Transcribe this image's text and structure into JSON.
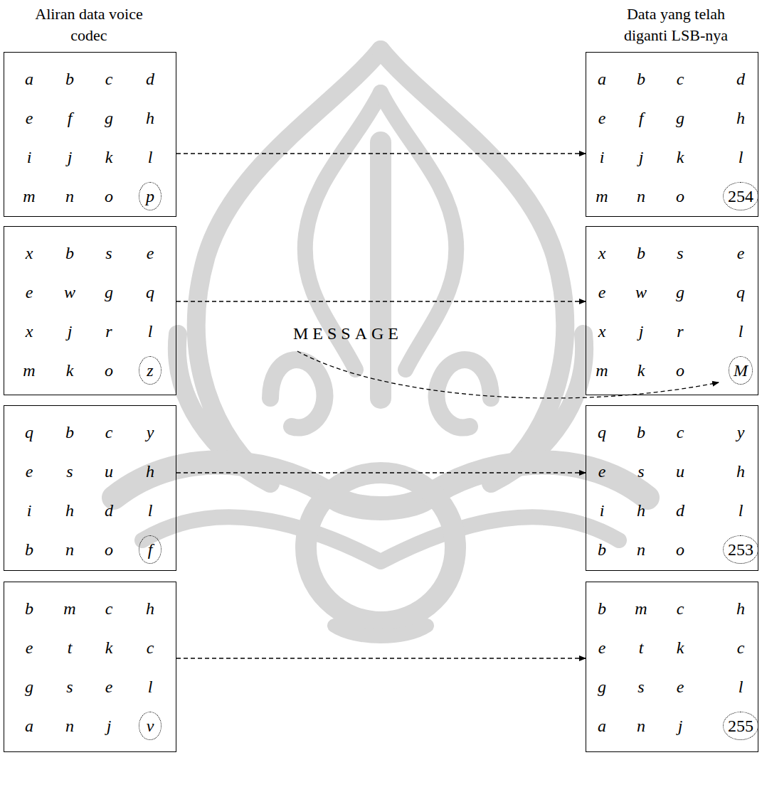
{
  "diagram": {
    "nodes": [
      {
        "text": [
          "a",
          "b",
          "c",
          "d",
          "e",
          "f",
          "g",
          "h",
          "i",
          "j",
          "k",
          "l",
          "m",
          "n",
          "o",
          "p"
        ]
      },
      {
        "text": [
          "a",
          "b",
          "c",
          "d",
          "e",
          "f",
          "g",
          "h",
          "i",
          "j",
          "k",
          "l",
          "m",
          "n",
          "o",
          "254"
        ]
      },
      {
        "text": [
          "x",
          "b",
          "s",
          "e",
          "e",
          "w",
          "g",
          "q",
          "x",
          "j",
          "r",
          "l",
          "m",
          "k",
          "o",
          "z"
        ]
      },
      {
        "text": [
          "x",
          "b",
          "s",
          "e",
          "e",
          "w",
          "g",
          "q",
          "x",
          "j",
          "r",
          "l",
          "m",
          "k",
          "o",
          "M"
        ]
      },
      {
        "text": [
          "q",
          "b",
          "c",
          "y",
          "e",
          "s",
          "u",
          "h",
          "i",
          "h",
          "d",
          "l",
          "b",
          "n",
          "o",
          "f"
        ]
      },
      {
        "text": [
          "q",
          "b",
          "c",
          "y",
          "e",
          "s",
          "u",
          "h",
          "i",
          "h",
          "d",
          "l",
          "b",
          "n",
          "o",
          "253"
        ]
      },
      {
        "text": [
          "b",
          "m",
          "c",
          "h",
          "e",
          "t",
          "k",
          "c",
          "g",
          "s",
          "e",
          "l",
          "a",
          "n",
          "j",
          "v"
        ]
      },
      {
        "text": [
          "b",
          "m",
          "c",
          "h",
          "e",
          "t",
          "k",
          "c",
          "g",
          "s",
          "e",
          "l",
          "a",
          "n",
          "j",
          "255"
        ]
      }
    ],
    "edges": [
      {
        "from": 0,
        "to": 1,
        "arrow": "to"
      },
      {
        "from": 2,
        "to": 3,
        "arrow": "to"
      },
      {
        "from": 4,
        "to": 5,
        "arrow": "to"
      },
      {
        "from": 6,
        "to": 7,
        "arrow": "to"
      }
    ],
    "labels": [
      "Aliran data voice codec",
      "Data yang telah diganti LSB-nya",
      "MESSAGE"
    ]
  }
}
